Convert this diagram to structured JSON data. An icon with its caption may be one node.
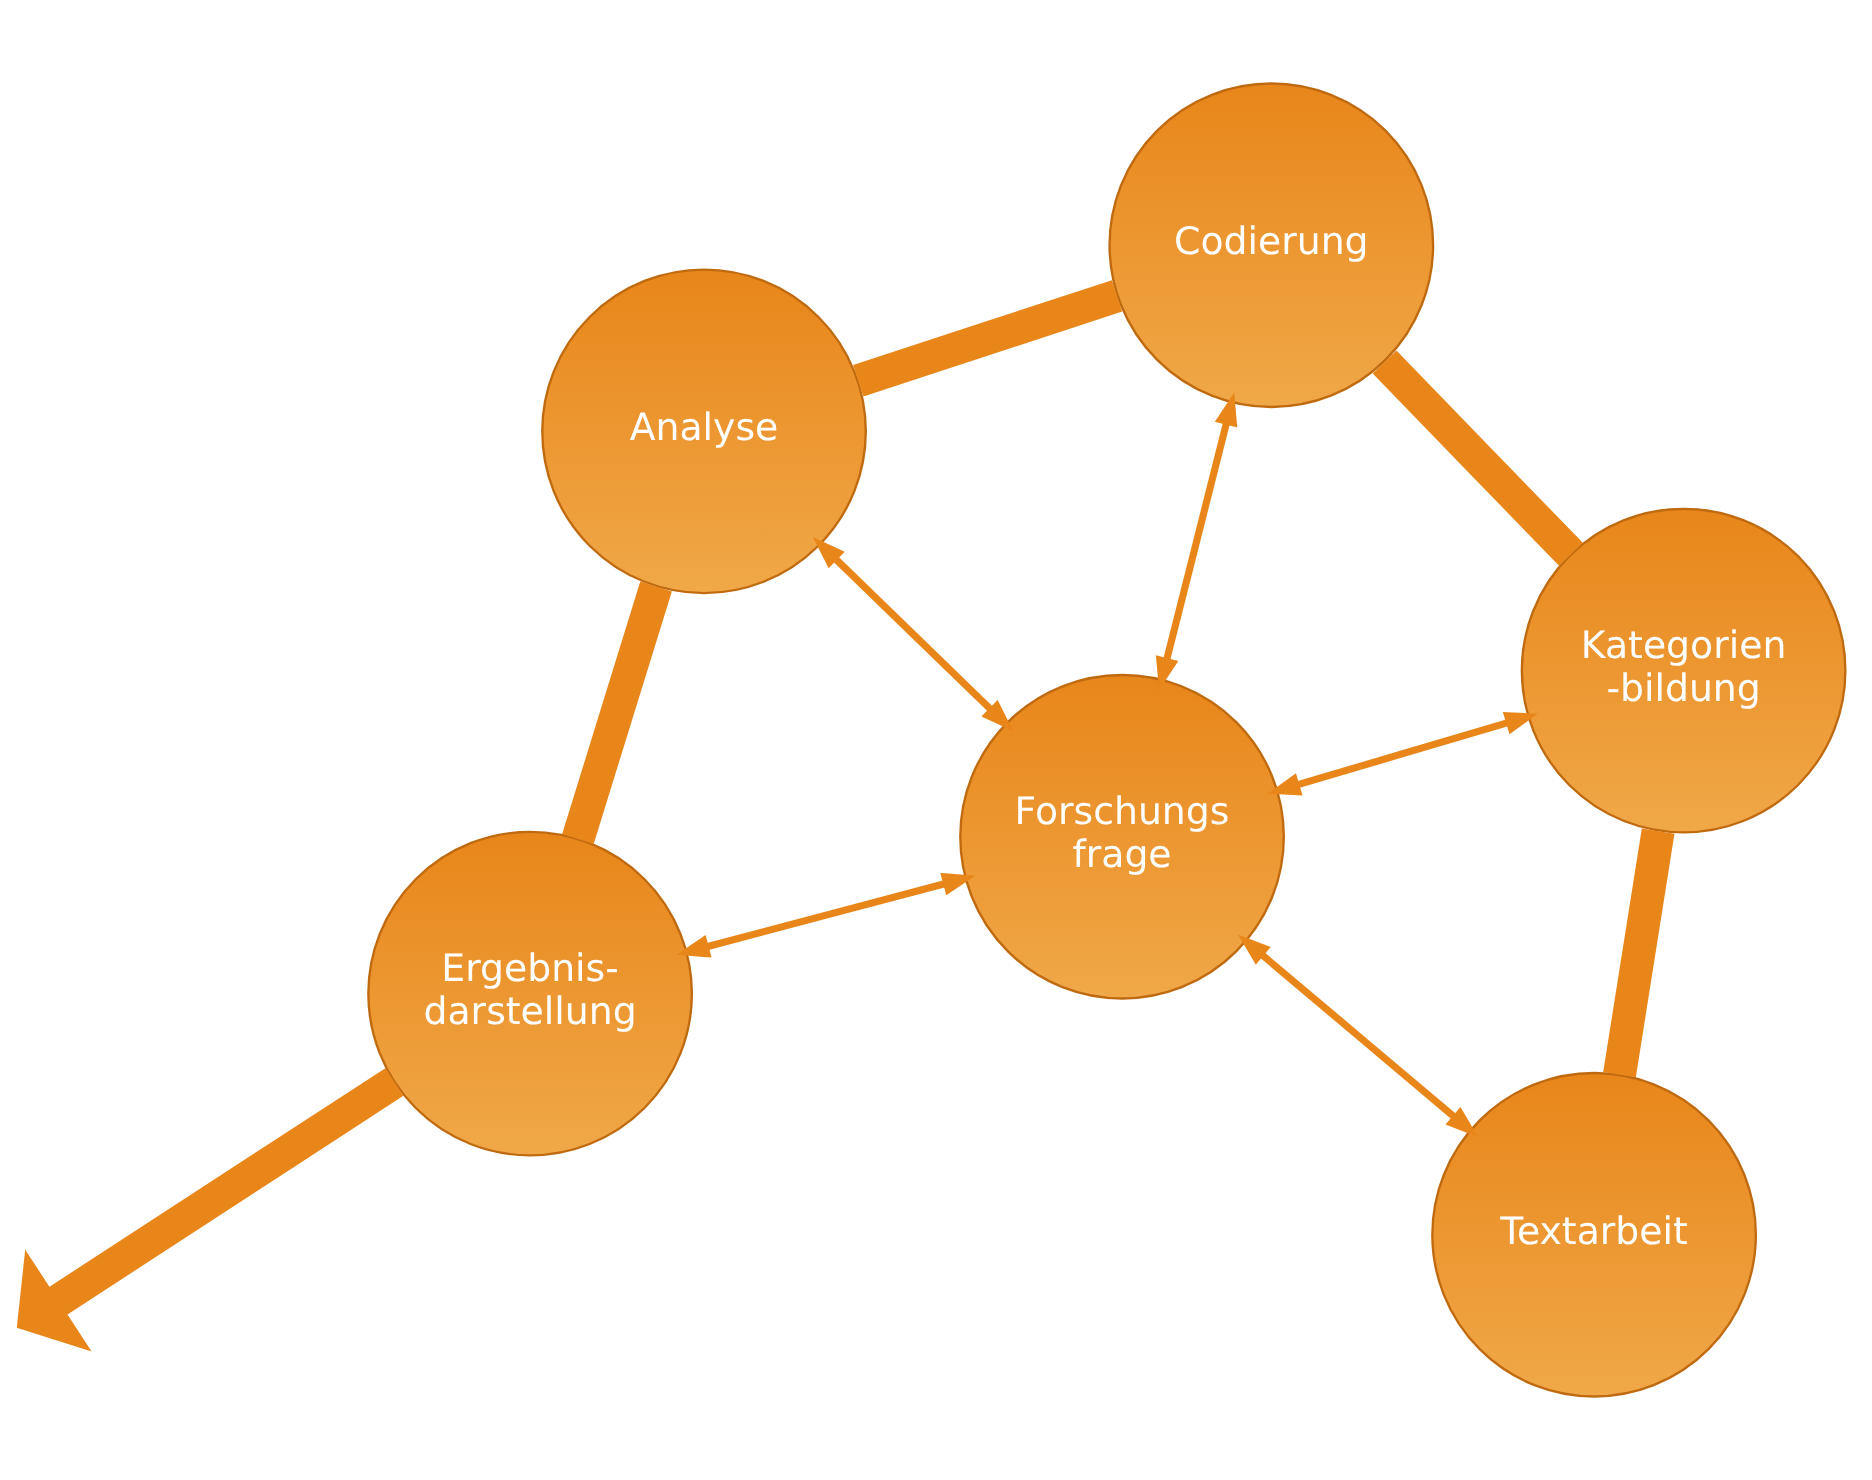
{
  "diagram": {
    "nodes": [
      {
        "text": [
          "Ergebnis- darstellung"
        ]
      },
      {
        "text": [
          "Forschungs frage"
        ]
      },
      {
        "text": [
          "Textarbeit"
        ]
      },
      {
        "text": [
          "Analyse"
        ]
      },
      {
        "text": [
          "Kategorien -bildung"
        ]
      },
      {
        "text": [
          "Codierung"
        ]
      }
    ],
    "edges": [
      {
        "from": 2,
        "to": 4,
        "arrow": "none",
        "style": "thick"
      },
      {
        "from": 4,
        "to": 5,
        "arrow": "none",
        "style": "thick"
      },
      {
        "from": 5,
        "to": 3,
        "arrow": "none",
        "style": "thick"
      },
      {
        "from": 3,
        "to": 0,
        "arrow": "none",
        "style": "thick"
      },
      {
        "from": 0,
        "to": null,
        "arrow": "to",
        "style": "thick"
      },
      {
        "from": 1,
        "to": 0,
        "arrow": "both"
      },
      {
        "from": 1,
        "to": 3,
        "arrow": "both"
      },
      {
        "from": 1,
        "to": 2,
        "arrow": "both"
      },
      {
        "from": 1,
        "to": 4,
        "arrow": "both"
      },
      {
        "from": 1,
        "to": 5,
        "arrow": "both"
      }
    ]
  }
}
